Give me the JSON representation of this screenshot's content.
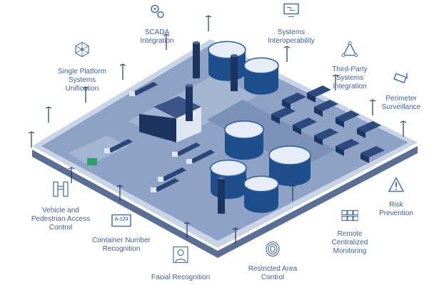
{
  "features": [
    {
      "id": "scada",
      "lines": [
        "SCADA",
        "Integration"
      ],
      "icon": "gears-icon"
    },
    {
      "id": "interop",
      "lines": [
        "Systems",
        "Interoperability"
      ],
      "icon": "monitor-circuit-icon"
    },
    {
      "id": "unification",
      "lines": [
        "Single Platform",
        "Systems",
        "Unification"
      ],
      "icon": "network-icon"
    },
    {
      "id": "third-party",
      "lines": [
        "Third-Party",
        "Systems",
        "Integration"
      ],
      "icon": "triangle-nodes-icon"
    },
    {
      "id": "perimeter",
      "lines": [
        "Perimeter",
        "Surveillance"
      ],
      "icon": "camera-icon"
    },
    {
      "id": "risk",
      "lines": [
        "Risk",
        "Prevention"
      ],
      "icon": "warning-icon"
    },
    {
      "id": "remote",
      "lines": [
        "Remote",
        "Centralized",
        "Monitoring"
      ],
      "icon": "screens-grid-icon"
    },
    {
      "id": "restricted",
      "lines": [
        "Restricted Area",
        "Control"
      ],
      "icon": "fingerprint-icon"
    },
    {
      "id": "facial",
      "lines": [
        "Facial Recognition"
      ],
      "icon": "face-icon"
    },
    {
      "id": "container",
      "lines": [
        "Container Number",
        "Recognition"
      ],
      "icon": "plate-icon",
      "plate_text": "A-123"
    },
    {
      "id": "access",
      "lines": [
        "Vehicle and",
        "Pedestrian Access",
        "Control"
      ],
      "icon": "gates-icon"
    }
  ],
  "colors": {
    "text": "#3d5f95",
    "platform": "#8da2c4",
    "edge": "#c9d4e6",
    "tank": "#1e4f8c",
    "tank_top": "#e6edf7",
    "dark": "#1c3560"
  }
}
